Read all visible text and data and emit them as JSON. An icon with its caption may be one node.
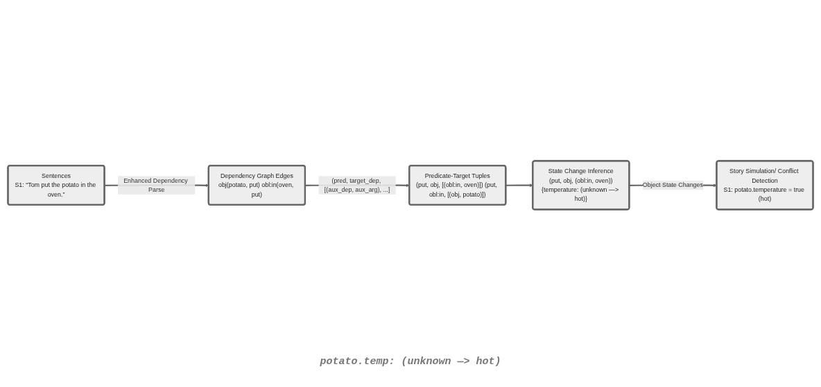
{
  "diagram": {
    "nodes": [
      {
        "text": [
          "Sentences",
          "S1: “Tom put the potato in the oven.”"
        ]
      },
      {
        "text": [
          "Dependency Graph Edges",
          "obj(potato, put) obl:in(oven, put)"
        ]
      },
      {
        "text": [
          "Predicate-Target Tuples",
          "(put, obj, [(obl:in, oven)]) (put, obl:in, [(obj, potato)])"
        ]
      },
      {
        "text": [
          "State Change Inference",
          "(put, obj, (obl:in, oven))",
          "{temperature: (unknown —> hot)}"
        ]
      },
      {
        "text": [
          "Story Simulation/ Conflict Detection",
          "S1: potato.temperature = true (hot)"
        ]
      }
    ],
    "edges": [
      {
        "from": 0,
        "to": 1,
        "arrow": "to",
        "label": "Enhanced Dependency Parse"
      },
      {
        "from": 1,
        "to": 2,
        "arrow": "to",
        "label": "(pred, target_dep, [(aux_dep, aux_arg), ...]"
      },
      {
        "from": 2,
        "to": 3,
        "arrow": "to"
      },
      {
        "from": 3,
        "to": 4,
        "arrow": "to",
        "label": "Object State Changes"
      }
    ],
    "labels": [
      "potato.temp: (unknown —> hot)"
    ]
  }
}
